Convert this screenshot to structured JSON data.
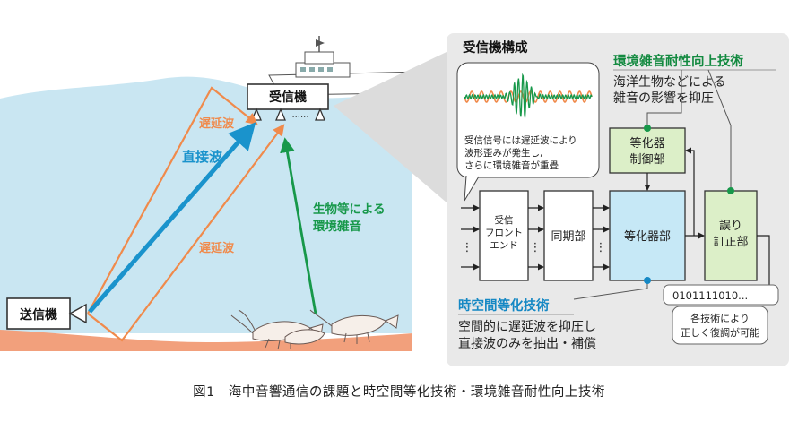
{
  "left_scene": {
    "receiver_label": "受信機",
    "transmitter_label": "送信機",
    "direct_wave_label": "直接波",
    "delayed_wave_label": "遅延波",
    "bio_noise_label_lines": [
      "生物等による",
      "環境雑音"
    ]
  },
  "receiver_config": {
    "title": "受信機構成",
    "env_tech_title": "環境雑音耐性向上技術",
    "env_tech_desc_lines": [
      "海洋生物などによる",
      "雑音の影響を抑圧"
    ],
    "signal_note_lines": [
      "受信信号には遅延波により",
      "波形歪みが発生し,",
      "さらに環境雑音が重畳"
    ],
    "front_end_lines": [
      "受信",
      "フロント",
      "エンド"
    ],
    "sync_label": "同期部",
    "eq_label": "等化器部",
    "eq_ctrl_lines": [
      "等化器",
      "制御部"
    ],
    "ecc_lines": [
      "誤り",
      "訂正部"
    ],
    "spatiotemporal_title": "時空間等化技術",
    "spatiotemporal_desc_lines": [
      "空間的に遅延波を抑圧し",
      "直接波のみを抽出・補償"
    ],
    "bits_text": "0101111010...",
    "demod_note_lines": [
      "各技術により",
      "正しく復調が可能"
    ],
    "dots": "⋮",
    "array_dots": "......"
  },
  "caption": "図1　海中音響通信の課題と時空間等化技術・環境雑音耐性向上技術",
  "colors": {
    "sea": "#c9e6f2",
    "seabed": "#f2a07c",
    "direct_wave": "#1a93cc",
    "delayed_wave": "#f08a4b",
    "noise_arrow": "#17984a",
    "eq_box": "#c6e8f6",
    "ctrl_box": "#dcefc8",
    "panel": "#e9e9e9",
    "title_green": "#138a40",
    "title_blue": "#1588c4"
  }
}
